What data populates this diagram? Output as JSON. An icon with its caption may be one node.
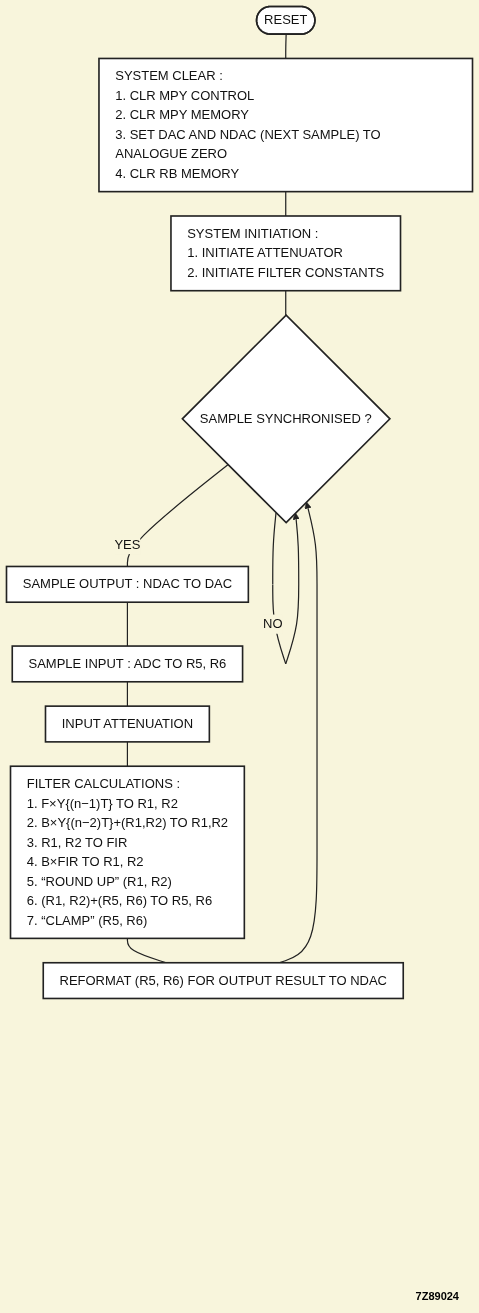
{
  "diagram": {
    "nodes": [
      {
        "text": [
          "RESET"
        ]
      },
      {
        "text": [
          "SYSTEM CLEAR :",
          "1. CLR MPY CONTROL",
          "2. CLR MPY MEMORY",
          "3. SET DAC AND NDAC (NEXT SAMPLE) TO ANALOGUE ZERO",
          "4. CLR RB MEMORY"
        ]
      },
      {
        "text": [
          "SYSTEM INITIATION :",
          "1. INITIATE ATTENUATOR",
          "2. INITIATE FILTER CONSTANTS"
        ]
      },
      {
        "text": [
          "SAMPLE SYNCHRONISED ?"
        ]
      },
      {
        "text": [
          "SAMPLE OUTPUT : NDAC TO DAC"
        ]
      },
      {
        "text": [
          "SAMPLE INPUT : ADC TO R5, R6"
        ]
      },
      {
        "text": [
          "INPUT ATTENUATION"
        ]
      },
      {
        "text": [
          "FILTER CALCULATIONS :",
          "1. F×Y{(n−1)T} TO R1, R2",
          "2. B×Y{(n−2)T}+(R1,R2) TO R1,R2",
          "3. R1, R2 TO FIR",
          "4. B×FIR TO R1, R2",
          "5. “ROUND UP” (R1, R2)",
          "6. (R1, R2)+(R5, R6) TO R5, R6",
          "7. “CLAMP” (R5, R6)"
        ]
      },
      {
        "text": [
          "REFORMAT (R5, R6) FOR OUTPUT RESULT TO NDAC"
        ]
      }
    ],
    "edges": [
      {
        "from": 0,
        "to": 1,
        "arrow": "none"
      },
      {
        "from": 1,
        "to": 2,
        "arrow": "none"
      },
      {
        "from": 2,
        "to": 3,
        "arrow": "none"
      },
      {
        "from": 3,
        "to": 3,
        "arrow": "to",
        "label": "NO"
      },
      {
        "from": 3,
        "to": 4,
        "arrow": "none",
        "label": "YES"
      },
      {
        "from": 4,
        "to": 5,
        "arrow": "none"
      },
      {
        "from": 5,
        "to": 6,
        "arrow": "none"
      },
      {
        "from": 6,
        "to": 7,
        "arrow": "none"
      },
      {
        "from": 7,
        "to": 8,
        "arrow": "none"
      },
      {
        "from": 8,
        "to": 3,
        "arrow": "to"
      }
    ],
    "labels": [
      "7Z89024"
    ]
  }
}
